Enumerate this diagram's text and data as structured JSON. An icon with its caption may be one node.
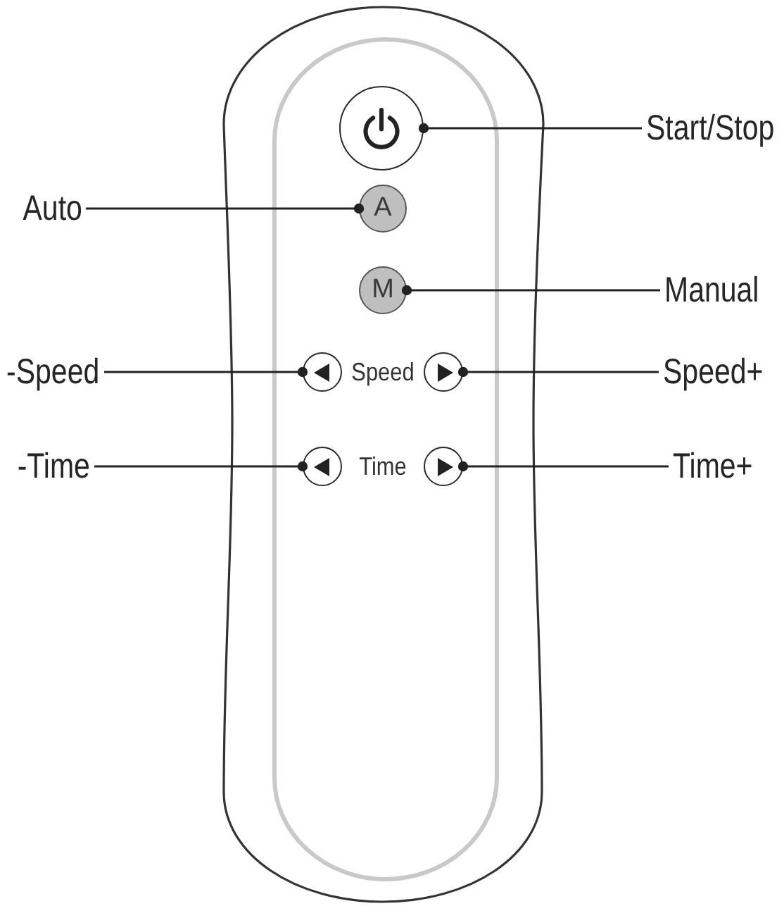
{
  "diagram": {
    "nodes": [
      {
        "text": [],
        "shape": "circle"
      },
      {
        "text": [
          "Start/Stop"
        ]
      },
      {
        "text": [
          "Auto"
        ]
      },
      {
        "text": [
          "A"
        ]
      },
      {
        "text": [
          "M"
        ]
      },
      {
        "text": [
          "Manual"
        ]
      },
      {
        "text": [
          "-Speed"
        ]
      },
      {
        "text": [],
        "shape": "circle"
      },
      {
        "text": [],
        "shape": "circle"
      },
      {
        "text": [
          "Speed+"
        ]
      },
      {
        "text": [
          "-Time"
        ]
      },
      {
        "text": [],
        "shape": "circle"
      },
      {
        "text": [],
        "shape": "circle"
      },
      {
        "text": [
          "Time+"
        ]
      }
    ],
    "edges": [
      {
        "from": 1,
        "to": 0,
        "arrow": "other"
      },
      {
        "from": 2,
        "to": 3,
        "arrow": "other"
      },
      {
        "from": 5,
        "to": 4,
        "arrow": "other"
      },
      {
        "from": 6,
        "to": 7,
        "arrow": "other"
      },
      {
        "from": 9,
        "to": 8,
        "arrow": "other"
      },
      {
        "from": 10,
        "to": 11,
        "arrow": "other"
      },
      {
        "from": 13,
        "to": 12,
        "arrow": "other"
      }
    ],
    "labels": [
      "Speed",
      "Time"
    ]
  }
}
